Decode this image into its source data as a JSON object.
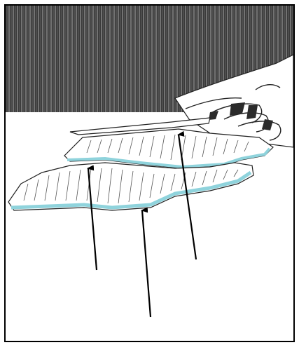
{
  "illustration": {
    "subject": "hand-pressing-tacky-sheet-onto-flat-surface",
    "colors": {
      "frame": "#000000",
      "background": "#ffffff",
      "dark_texture": "#3a3a3a",
      "texture_highlight": "#a9a9a9",
      "film_edge": "#8fd3dc",
      "line": "#222222"
    },
    "callouts": [
      {
        "name": "arrow-upper-sheet"
      },
      {
        "name": "arrow-lower-sheet"
      },
      {
        "name": "arrow-middle-edge"
      }
    ]
  }
}
